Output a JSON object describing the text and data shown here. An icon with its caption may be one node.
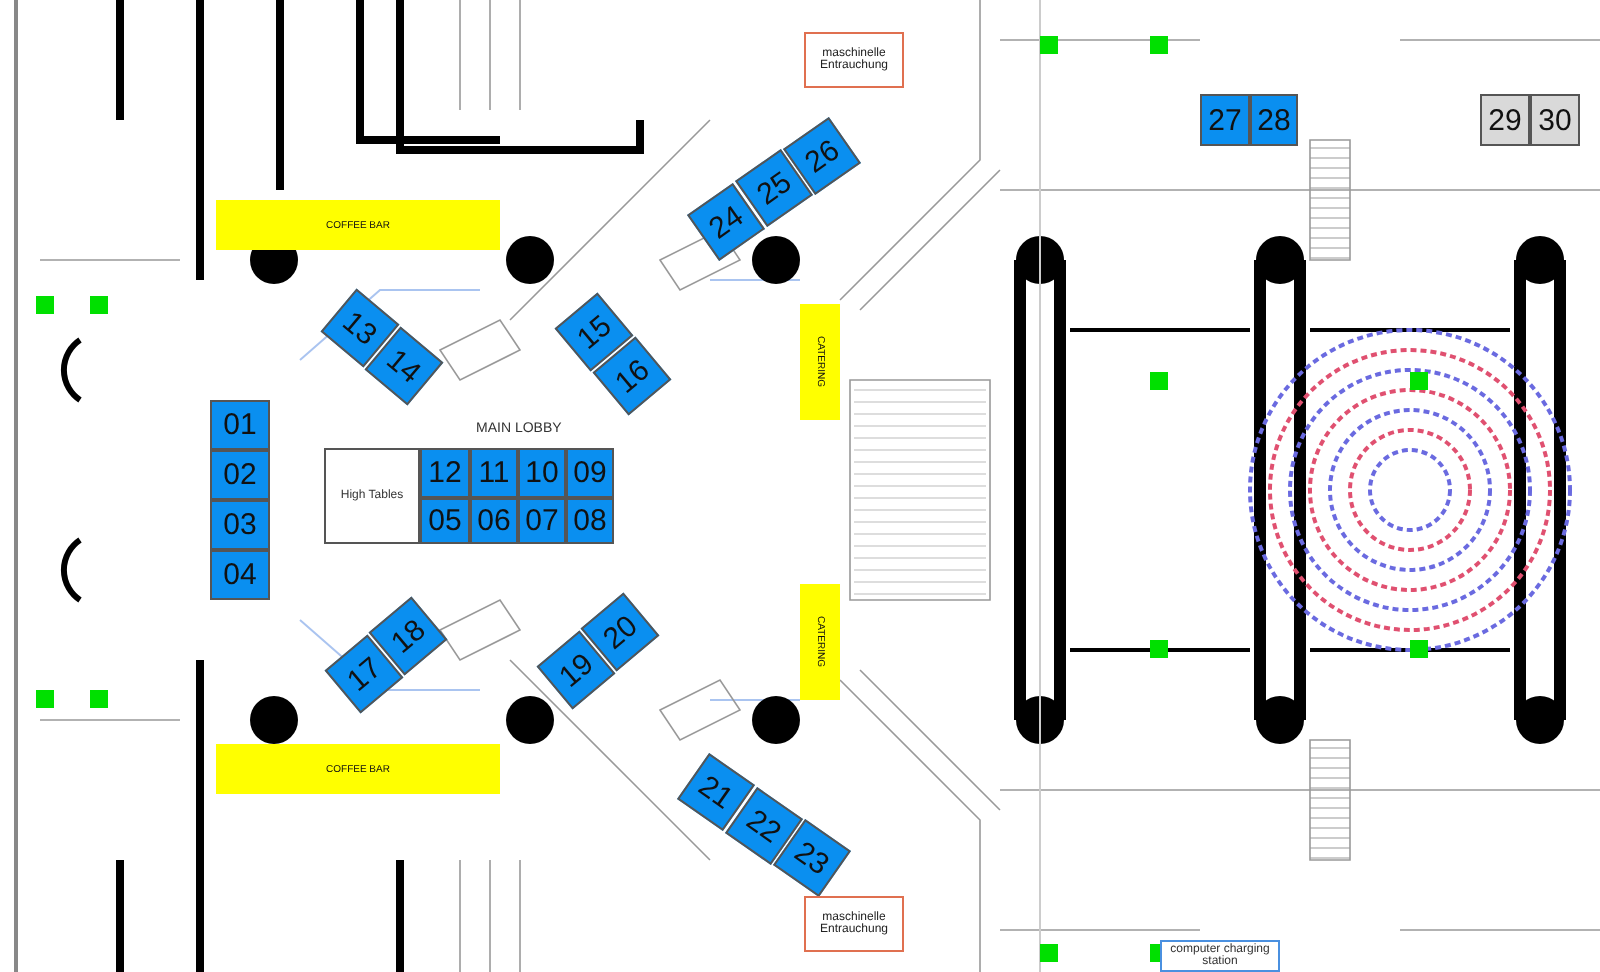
{
  "diagram": {
    "nodes": [
      {
        "text": [
          "maschinelle Entrauchung"
        ]
      },
      {
        "text": [
          "26"
        ]
      },
      {
        "text": [
          "25"
        ]
      },
      {
        "text": [
          "24"
        ]
      },
      {
        "text": [
          "27"
        ]
      },
      {
        "text": [
          "28"
        ]
      },
      {
        "text": [
          "29"
        ]
      },
      {
        "text": [
          "30"
        ]
      },
      {
        "text": [
          "COFFEE BAR"
        ]
      },
      {
        "text": [
          "13"
        ]
      },
      {
        "text": [
          "14"
        ]
      },
      {
        "text": [
          "15"
        ]
      },
      {
        "text": [
          "16"
        ]
      },
      {
        "text": [
          "CATERING"
        ]
      },
      {
        "text": [
          "01"
        ]
      },
      {
        "text": [
          "02"
        ]
      },
      {
        "text": [
          "03"
        ]
      },
      {
        "text": [
          "04"
        ]
      },
      {
        "text": [
          "High Tables"
        ]
      },
      {
        "text": [
          "12"
        ]
      },
      {
        "text": [
          "11"
        ]
      },
      {
        "text": [
          "10"
        ]
      },
      {
        "text": [
          "09"
        ]
      },
      {
        "text": [
          "05"
        ]
      },
      {
        "text": [
          "06"
        ]
      },
      {
        "text": [
          "07"
        ]
      },
      {
        "text": [
          "08"
        ]
      },
      {
        "text": [
          "CATERING"
        ]
      },
      {
        "text": [
          "20"
        ]
      },
      {
        "text": [
          "19"
        ]
      },
      {
        "text": [
          "18"
        ]
      },
      {
        "text": [
          "17"
        ]
      },
      {
        "text": [
          "COFFEE BAR"
        ]
      },
      {
        "text": [
          "21"
        ]
      },
      {
        "text": [
          "22"
        ]
      },
      {
        "text": [
          "23"
        ]
      },
      {
        "text": [
          "maschinelle Entrauchung"
        ]
      },
      {
        "text": [
          "computer charging station"
        ]
      }
    ],
    "labels": [
      "MAIN LOBBY"
    ]
  }
}
